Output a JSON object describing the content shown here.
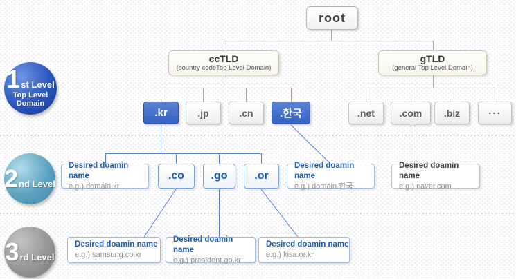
{
  "legend": {
    "level1": {
      "number": "1",
      "suffix": "st Level",
      "line2": "Top Level",
      "line3": "Domain"
    },
    "level2": {
      "number": "2",
      "suffix": "nd Level"
    },
    "level3": {
      "number": "3",
      "suffix": "rd Level"
    }
  },
  "tree": {
    "root_label": "root",
    "cctld": {
      "title": "ccTLD",
      "subtitle": "(country codeTop Level Domain)"
    },
    "gtld": {
      "title": "gTLD",
      "subtitle": "(general Top Level Domain)"
    },
    "cc_tlds": [
      {
        "label": ".kr",
        "highlight": true
      },
      {
        "label": ".jp",
        "highlight": false
      },
      {
        "label": ".cn",
        "highlight": false
      },
      {
        "label": ".한국",
        "highlight": true
      }
    ],
    "g_tlds": [
      {
        "label": ".net"
      },
      {
        "label": ".com"
      },
      {
        "label": ".biz"
      },
      {
        "label": "..."
      }
    ],
    "second_level": {
      "domain_kr": {
        "title": "Desired doamin name",
        "example": "e.g.) domain.kr"
      },
      "sub_tlds": [
        {
          "label": ".co"
        },
        {
          "label": ".go"
        },
        {
          "label": ".or"
        }
      ],
      "domain_hangul": {
        "title": "Desired doamin name",
        "example": "e.g.) domain.한국"
      },
      "naver": {
        "title": "Desired doamin name",
        "example": "e.g.) naver.com"
      }
    },
    "third_level": [
      {
        "title": "Desired doamin name",
        "example": "e.g.) samsung.co.kr"
      },
      {
        "title": "Desired doamin name",
        "example": "e.g.) president.go.kr"
      },
      {
        "title": "Desired doamin name",
        "example": "e.g.) kisa.or.kr"
      }
    ]
  },
  "colors": {
    "highlight_tld_bg": "#3b68c6",
    "plain_tld_text": "#5f5f5f",
    "blue_text": "#1c5cb5",
    "line_blue": "#5580cf",
    "line_gray": "#a8a8a8",
    "level1_circle": "#2a56bd",
    "level2_circle": "#5ba3c0",
    "level3_circle": "#969696"
  }
}
